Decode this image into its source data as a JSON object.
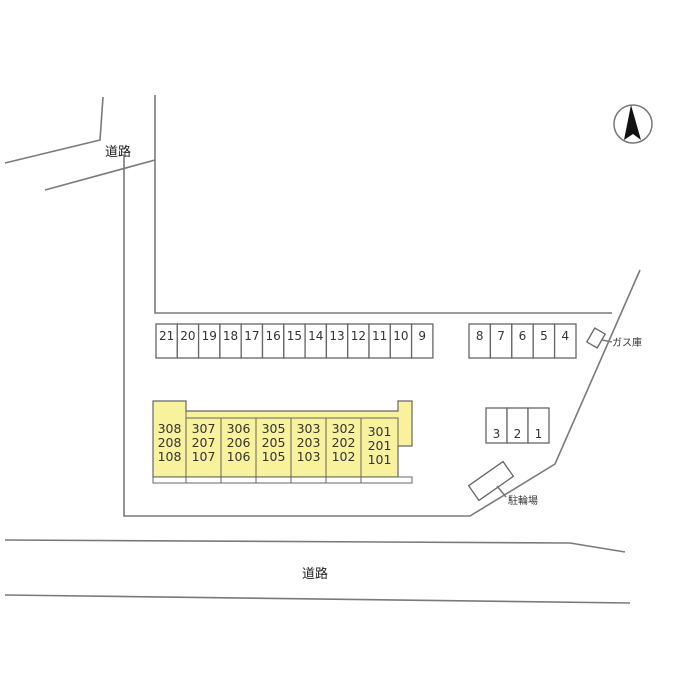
{
  "labels": {
    "road_top": "道路",
    "road_bottom": "道路",
    "gas_storage": "ガス庫",
    "bicycle_parking": "駐輪場"
  },
  "parking_row_left": [
    "21",
    "20",
    "19",
    "18",
    "17",
    "16",
    "15",
    "14",
    "13",
    "12",
    "11",
    "10",
    "9"
  ],
  "parking_row_right": [
    "8",
    "7",
    "6",
    "5",
    "4"
  ],
  "parking_small": [
    "3",
    "2",
    "1"
  ],
  "building": {
    "color": "#f8f29c",
    "units": [
      [
        "308",
        "208",
        "108"
      ],
      [
        "307",
        "207",
        "107"
      ],
      [
        "306",
        "206",
        "106"
      ],
      [
        "305",
        "205",
        "105"
      ],
      [
        "303",
        "203",
        "103"
      ],
      [
        "302",
        "202",
        "102"
      ],
      [
        "301",
        "201",
        "101"
      ]
    ]
  }
}
